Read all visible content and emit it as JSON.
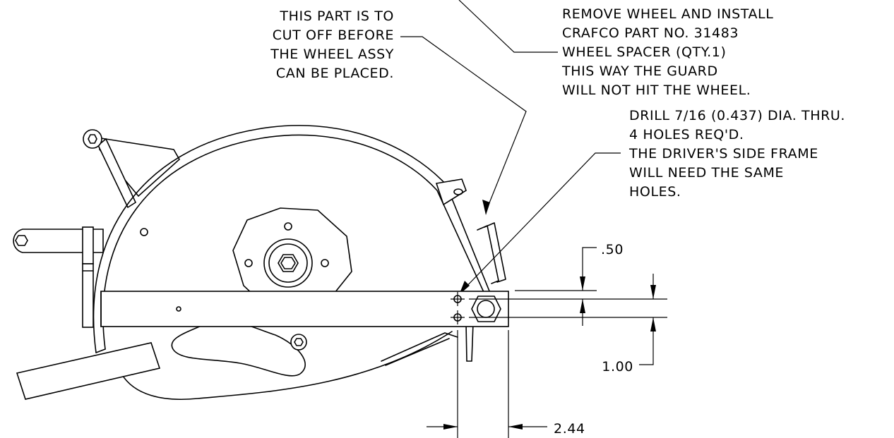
{
  "notes": {
    "cut_off": [
      "THIS PART IS TO",
      "CUT OFF BEFORE",
      "THE WHEEL ASSY",
      "CAN BE PLACED."
    ],
    "remove_wheel": [
      "REMOVE WHEEL AND INSTALL",
      "CRAFCO PART NO. 31483",
      "WHEEL SPACER (QTY.1)",
      "THIS WAY THE GUARD",
      "WILL NOT HIT THE WHEEL."
    ],
    "drill": [
      "DRILL 7/16 (0.437) DIA. THRU.",
      "4 HOLES REQ'D.",
      "THE DRIVER'S SIDE FRAME",
      "WILL NEED THE SAME",
      "HOLES."
    ]
  },
  "dimensions": {
    "top_offset": ".50",
    "hole_spacing": "1.00",
    "edge_distance": "2.44"
  },
  "colors": {
    "ink": "#000000",
    "paper": "#ffffff"
  }
}
